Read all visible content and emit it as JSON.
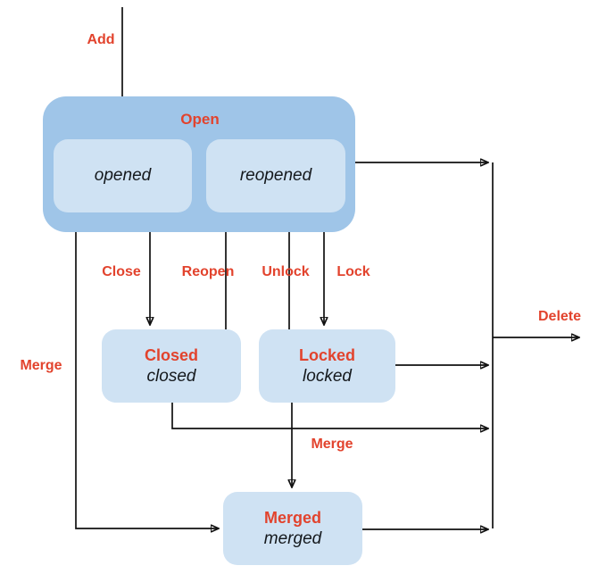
{
  "colors": {
    "group_fill": "#9fc5e8",
    "state_fill": "#cfe2f3",
    "label_red": "#e2432d",
    "edge_black": "#111111",
    "background": "#ffffff"
  },
  "states": {
    "open_group": {
      "label": "Open"
    },
    "opened": {
      "value": "opened"
    },
    "reopened": {
      "value": "reopened"
    },
    "closed": {
      "label": "Closed",
      "value": "closed"
    },
    "locked": {
      "label": "Locked",
      "value": "locked"
    },
    "merged": {
      "label": "Merged",
      "value": "merged"
    }
  },
  "transitions": {
    "add": {
      "label": "Add",
      "from": "start",
      "to": "opened"
    },
    "close": {
      "label": "Close",
      "from": "Open",
      "to": "Closed"
    },
    "reopen": {
      "label": "Reopen",
      "from": "Closed",
      "to": "reopened"
    },
    "unlock": {
      "label": "Unlock",
      "from": "Locked",
      "to": "reopened"
    },
    "lock": {
      "label": "Lock",
      "from": "Open",
      "to": "Locked"
    },
    "merge_from_open": {
      "label": "Merge",
      "from": "Open",
      "to": "Merged"
    },
    "merge_from_locked": {
      "label": "Merge",
      "from": "Locked",
      "to": "Merged"
    },
    "delete": {
      "label": "Delete",
      "from": "Open / Closed / Locked / Merged",
      "to": "end"
    }
  }
}
